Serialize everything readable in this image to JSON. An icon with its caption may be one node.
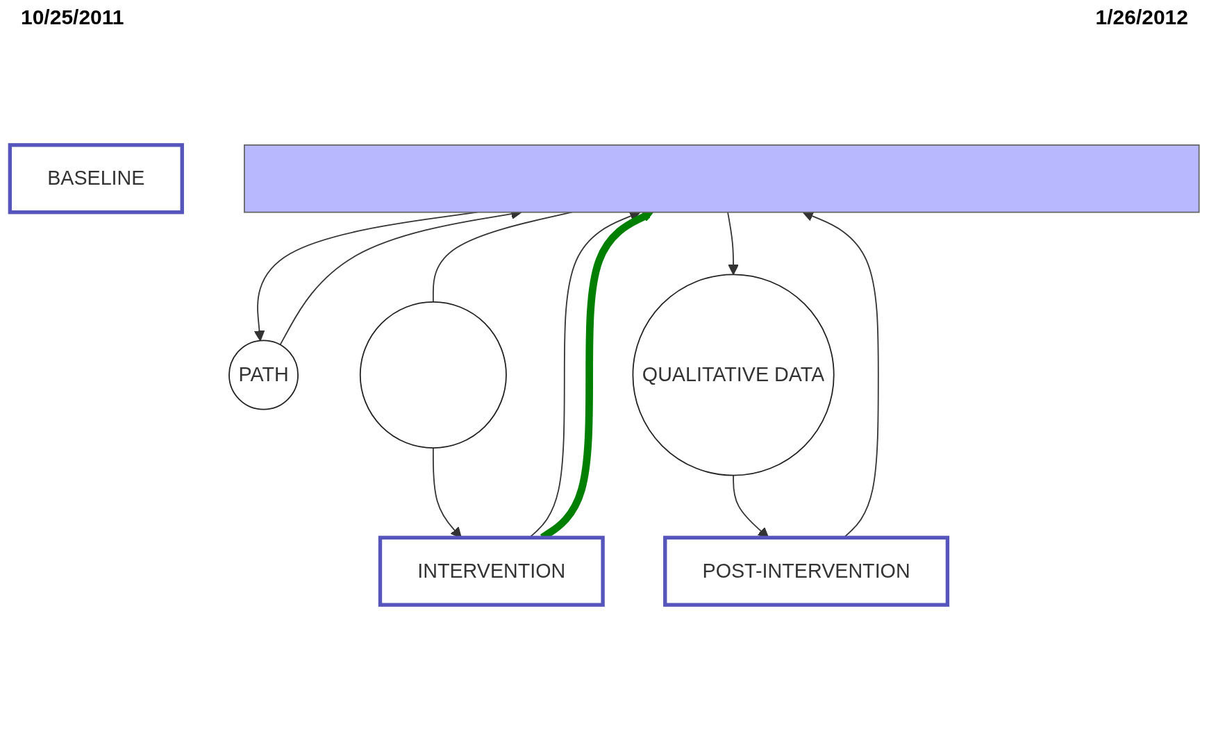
{
  "diagram": {
    "nodes": [
      {
        "text": [],
        "shape": "bar"
      },
      {
        "text": [
          "BASELINE"
        ]
      },
      {
        "text": [
          "INTERVENTION"
        ]
      },
      {
        "text": [
          "POST-INTERVENTION"
        ]
      },
      {
        "text": [
          "PATH"
        ]
      },
      {
        "text": [],
        "shape": "circle"
      },
      {
        "text": [
          "QUALITATIVE DATA"
        ]
      }
    ],
    "edges": [
      {
        "from": 0,
        "to": 4,
        "arrow": "to"
      },
      {
        "from": 0,
        "to": 5,
        "arrow": "none"
      },
      {
        "from": 0,
        "to": 6,
        "arrow": "to"
      },
      {
        "from": 4,
        "to": 0,
        "arrow": "to"
      },
      {
        "from": 5,
        "to": 2,
        "arrow": "to"
      },
      {
        "from": 2,
        "to": 0,
        "arrow": "to"
      },
      {
        "from": 6,
        "to": 3,
        "arrow": "to"
      },
      {
        "from": 3,
        "to": 0,
        "arrow": "to"
      },
      {
        "from": 2,
        "to": 0,
        "arrow": "to",
        "style": "thick",
        "color": "#007f00"
      }
    ],
    "labels": [
      "10/25/2011",
      "1/26/2012"
    ]
  }
}
